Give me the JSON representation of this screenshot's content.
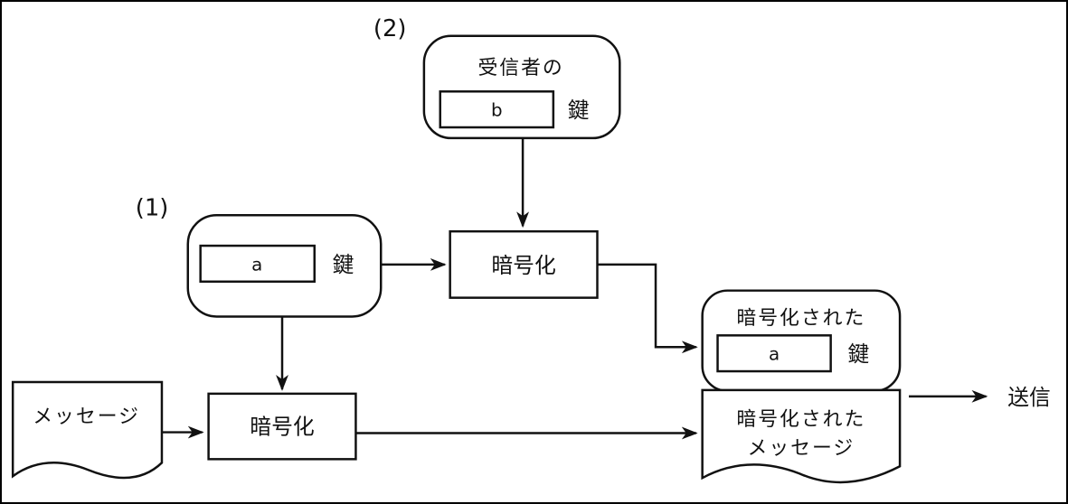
{
  "figure": {
    "step1_label": "(1)",
    "step2_label": "(2)",
    "receiver_key": {
      "title": "受信者の",
      "value": "b",
      "suffix": "鍵"
    },
    "sender_key": {
      "value": "a",
      "suffix": "鍵"
    },
    "encrypt_box_top": {
      "label": "暗号化"
    },
    "encrypt_box_bottom": {
      "label": "暗号化"
    },
    "encrypted_key": {
      "title": "暗号化された",
      "value": "a",
      "suffix": "鍵"
    },
    "message": {
      "label": "メッセージ"
    },
    "encrypted_message": {
      "line1": "暗号化された",
      "line2": "メッセージ"
    },
    "send": {
      "label": "送信"
    },
    "colors": {
      "stroke": "#111111",
      "background": "#ffffff"
    }
  }
}
